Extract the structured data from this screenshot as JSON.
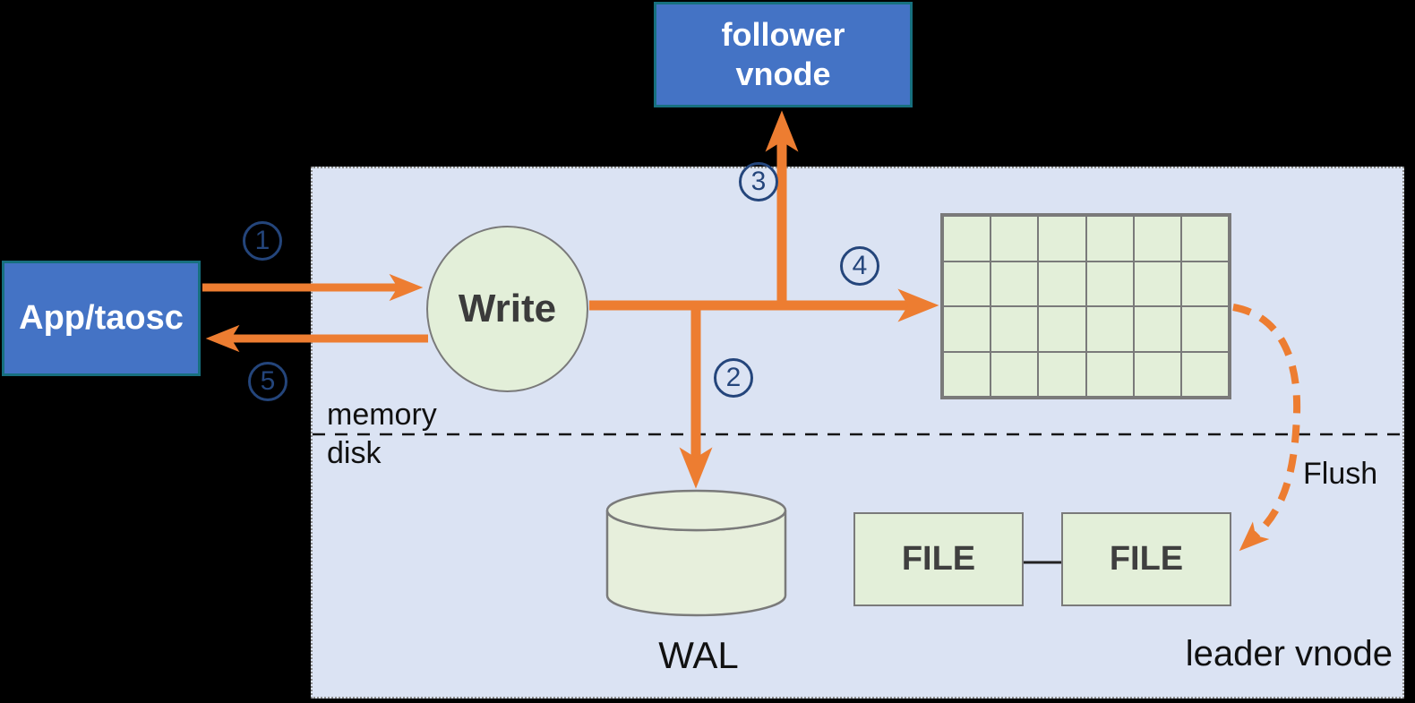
{
  "diagram": {
    "container_label": "leader vnode",
    "memory_label": "memory",
    "disk_label": "disk",
    "flush_label": "Flush",
    "wal_label": "WAL",
    "app_node": {
      "label": "App/taosc"
    },
    "follower_node": {
      "lines": [
        "follower",
        "vnode"
      ]
    },
    "write_node": {
      "label": "Write"
    },
    "file_nodes": [
      {
        "label": "FILE"
      },
      {
        "label": "FILE"
      }
    ],
    "steps": [
      {
        "id": "1"
      },
      {
        "id": "2"
      },
      {
        "id": "3"
      },
      {
        "id": "4"
      },
      {
        "id": "5"
      }
    ],
    "memtable_grid": {
      "rows": 4,
      "cols": 6
    },
    "colors": {
      "background": "#000000",
      "container_fill": "#DBE3F3",
      "accent_orange": "#ED7D31",
      "node_blue_fill": "#4473C5",
      "node_blue_border": "#17707F",
      "node_green_fill": "#E3EFD9",
      "shape_border_gray": "#7A7A7A",
      "step_badge_navy": "#24457B",
      "text_dark": "#3B3B3B"
    }
  }
}
